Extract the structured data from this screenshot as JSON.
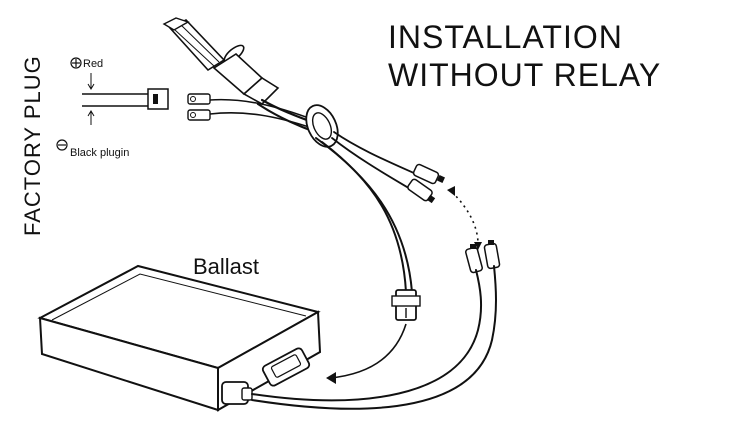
{
  "title_line1": "INSTALLATION",
  "title_line2": "WITHOUT RELAY",
  "side_label": "FACTORY PLUG",
  "plug": {
    "red_label": "Red",
    "black_label": "Black plugin"
  },
  "ballast_label": "Ballast",
  "icons": {
    "plus": "circle-plus-icon",
    "minus": "circle-minus-icon"
  },
  "colors": {
    "ink": "#111111",
    "background": "#ffffff"
  }
}
